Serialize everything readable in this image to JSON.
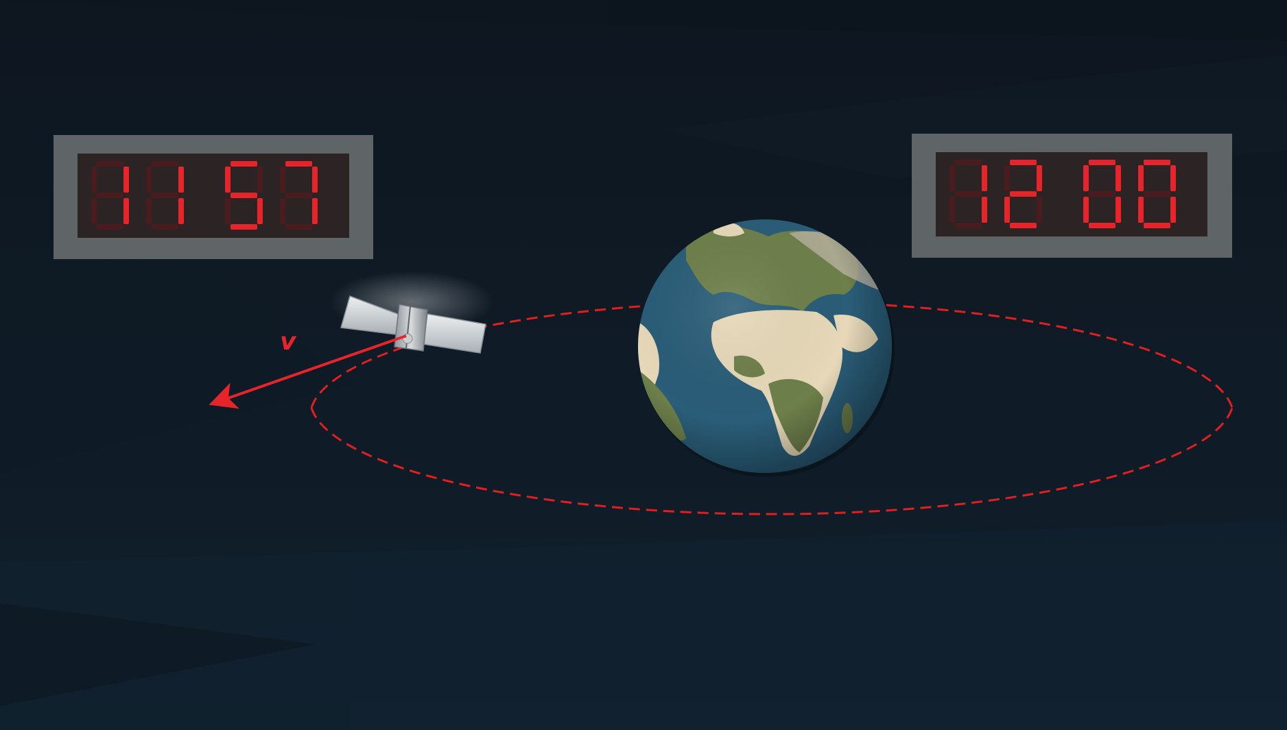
{
  "clocks": {
    "left": {
      "digits": [
        "1",
        "1",
        "5",
        "7"
      ],
      "time": "11:57"
    },
    "right": {
      "digits": [
        "1",
        "2",
        "0",
        "0"
      ],
      "time": "12:00"
    }
  },
  "velocity_label": "v",
  "colors": {
    "background": "#0f1822",
    "clock_frame": "#5f6467",
    "clock_screen": "#2b2324",
    "segment_on": "#e8242b",
    "segment_off": "#4a1c20",
    "orbit": "#e02020",
    "ocean": "#2a5d78",
    "land_green": "#6d7f4a",
    "land_desert": "#e6d8b8"
  },
  "icons": {
    "satellite": "satellite-icon",
    "earth": "earth-globe"
  }
}
